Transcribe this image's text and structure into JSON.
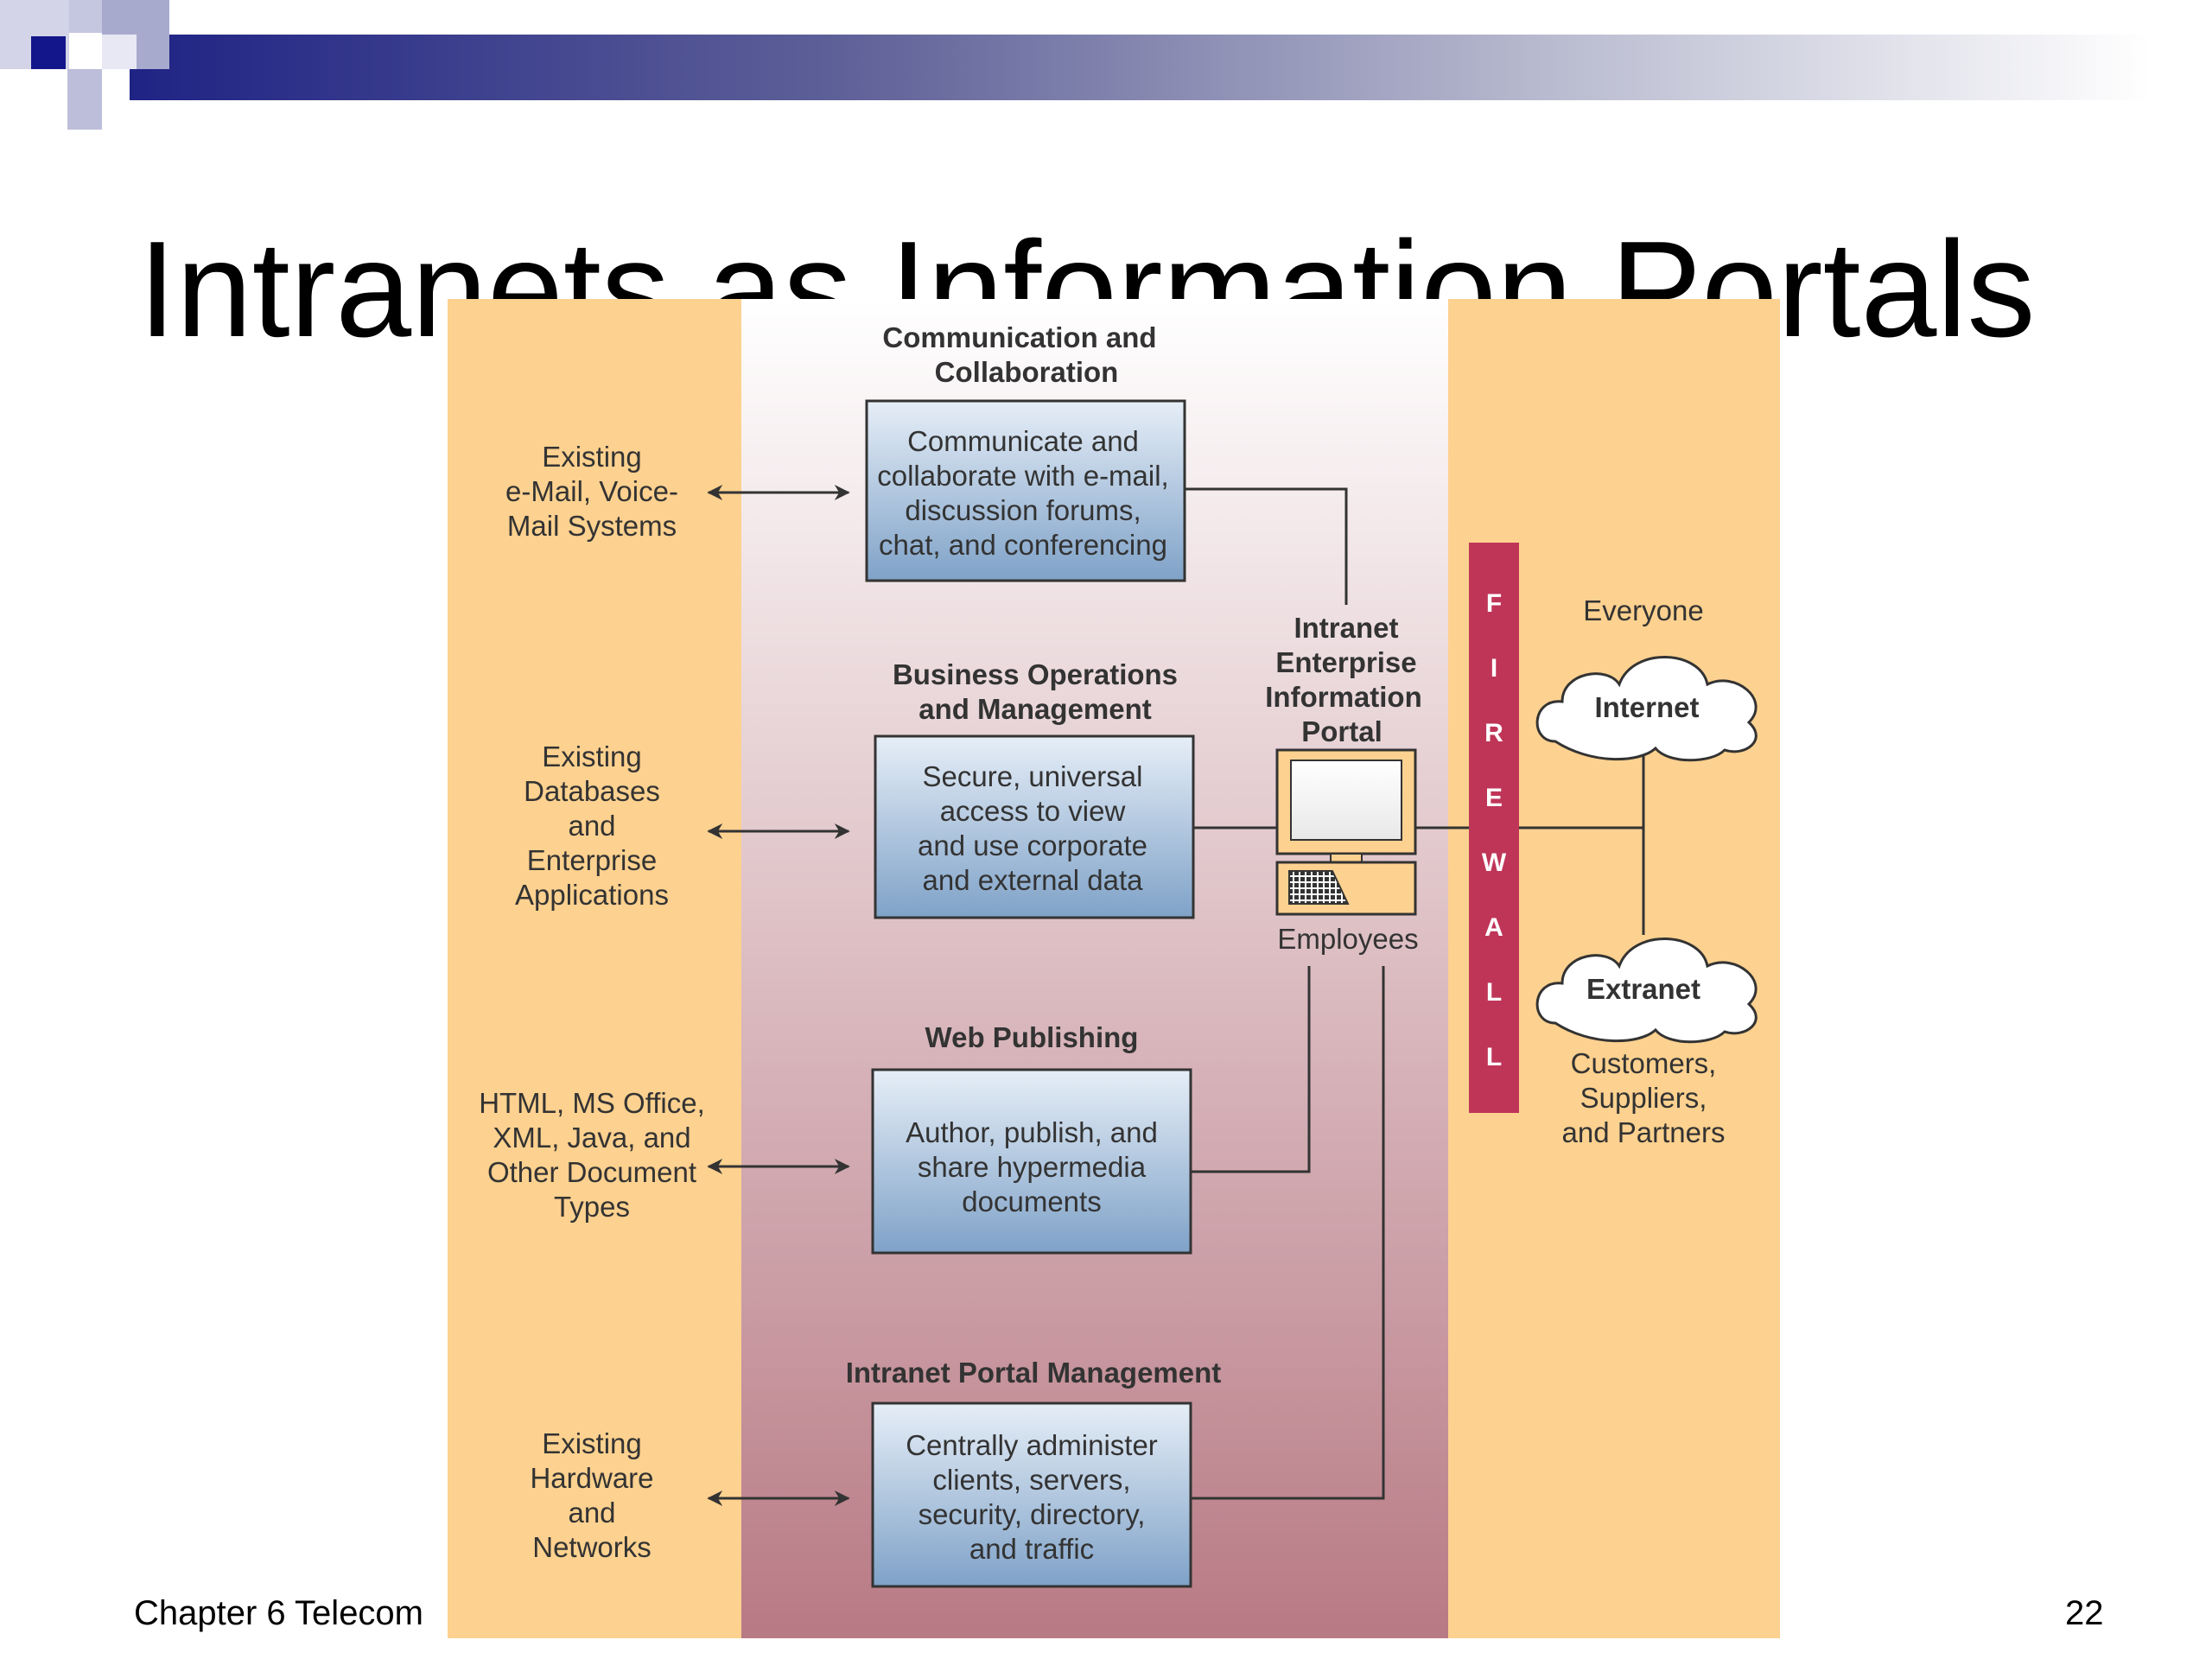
{
  "slide": {
    "title": "Intranets as Information Portals",
    "footer_left": "Chapter 6 Telecom",
    "page_number": "22"
  },
  "colors": {
    "side_panel": "#FDD18F",
    "center_top": "#FFFFFF",
    "center_bottom": "#B87A84",
    "box_top": "#E6EEF7",
    "box_bottom": "#7FA2C8",
    "firewall": "#BF3558",
    "header_bar_dark": "#1F2384"
  },
  "left_sources": [
    {
      "lines": [
        "Existing",
        "e-Mail, Voice-",
        "Mail Systems"
      ]
    },
    {
      "lines": [
        "Existing",
        "Databases",
        "and",
        "Enterprise",
        "Applications"
      ]
    },
    {
      "lines": [
        "HTML, MS Office,",
        "XML, Java, and",
        "Other Document",
        "Types"
      ]
    },
    {
      "lines": [
        "Existing",
        "Hardware",
        "and",
        "Networks"
      ]
    }
  ],
  "functions": [
    {
      "heading": [
        "Communication and",
        "Collaboration"
      ],
      "box": [
        "Communicate and",
        "collaborate with e-mail,",
        "discussion forums,",
        "chat, and conferencing"
      ]
    },
    {
      "heading": [
        "Business Operations",
        "and Management"
      ],
      "box": [
        "Secure, universal",
        "access to view",
        "and use corporate",
        "and external data"
      ]
    },
    {
      "heading": [
        "Web Publishing"
      ],
      "box": [
        "Author, publish, and",
        "share hypermedia",
        "documents"
      ]
    },
    {
      "heading": [
        "Intranet Portal Management"
      ],
      "box": [
        "Centrally administer",
        "clients, servers,",
        "security, directory,",
        "and traffic"
      ]
    }
  ],
  "portal": {
    "label": [
      "Intranet",
      "Enterprise",
      "Information",
      "Portal"
    ],
    "caption": "Employees",
    "icon": "computer-icon"
  },
  "firewall": {
    "letters": [
      "F",
      "I",
      "R",
      "E",
      "W",
      "A",
      "L",
      "L"
    ]
  },
  "networks": {
    "internet_caption": "Everyone",
    "internet_label": "Internet",
    "extranet_label": "Extranet",
    "extranet_caption": [
      "Customers,",
      "Suppliers,",
      "and Partners"
    ]
  }
}
